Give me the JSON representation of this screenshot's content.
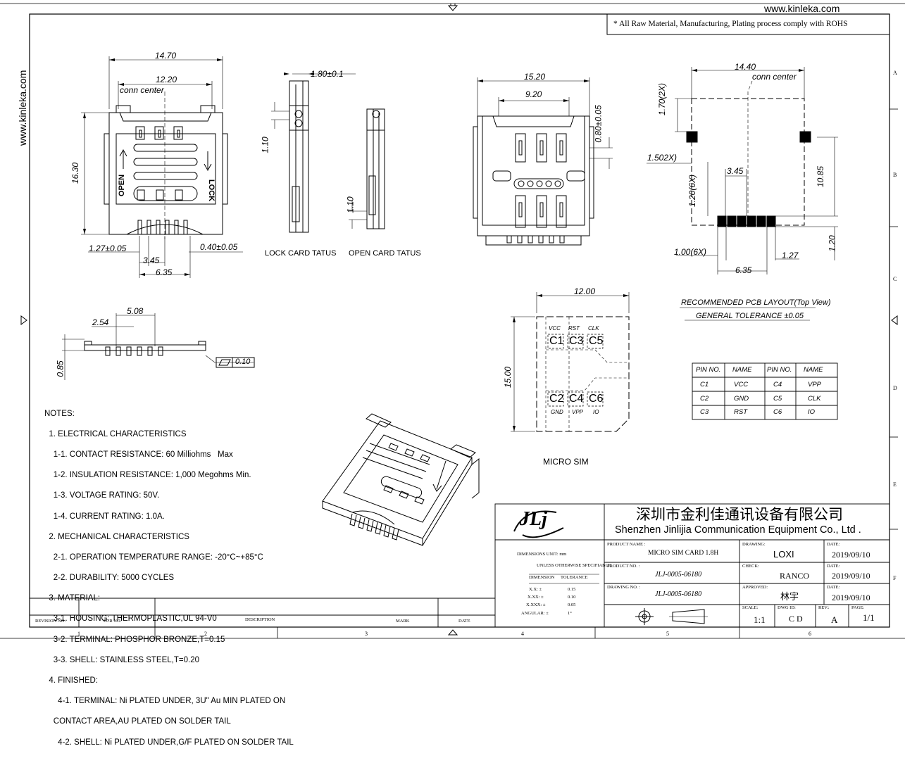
{
  "header": {
    "website": "www.kinleka.com",
    "side_website": "www.kinleka.com",
    "compliance": "* All Raw Material, Manufacturing, Plating process comply with ROHS"
  },
  "zones": {
    "columns": [
      "1",
      "2",
      "3",
      "4",
      "5",
      "6"
    ],
    "rows": [
      "A",
      "B",
      "C",
      "D",
      "E",
      "F"
    ]
  },
  "view_front": {
    "dim_width": "14.70",
    "dim_center": "12.20",
    "conn_center": "conn center",
    "dim_height": "16.30",
    "open": "OPEN",
    "lock": "LOCK",
    "dim_pitch": "1.27±0.05",
    "dim_pad": "0.40±0.05",
    "dim_345": "3.45",
    "dim_635": "6.35"
  },
  "view_side_lock": {
    "dim_thick": "1.80±0.1",
    "dim_110": "1.10",
    "caption": "LOCK CARD TATUS"
  },
  "view_side_open": {
    "dim_110": "1.10",
    "caption": "OPEN CARD TATUS"
  },
  "view_bottom": {
    "dim_width": "15.20",
    "dim_inner": "9.20",
    "dim_080": "0.80±0.05"
  },
  "pcb_layout": {
    "dim_1440": "14.40",
    "conn_center": "conn center",
    "dim_170": "1.70(2X)",
    "dim_150": "1.502X)",
    "dim_345": "3.45",
    "dim_120_6x": "1.20(6X)",
    "dim_1085": "10.85",
    "dim_120": "1.20",
    "dim_100": "1.00(6X)",
    "dim_127": "1.27",
    "dim_635": "6.35",
    "title": "RECOMMENDED PCB LAYOUT(Top View)",
    "tolerance": "GENERAL TOLERANCE ±0.05"
  },
  "profile_view": {
    "dim_508": "5.08",
    "dim_254": "2.54",
    "dim_085": "0.85",
    "flatness": "0.10"
  },
  "micro_sim": {
    "dim_width": "12.00",
    "dim_height": "15.00",
    "caption": "MICRO SIM",
    "top_pins": [
      {
        "label": "VCC",
        "contact": "C1"
      },
      {
        "label": "RST",
        "contact": "C3"
      },
      {
        "label": "CLK",
        "contact": "C5"
      }
    ],
    "bottom_pins": [
      {
        "label": "GND",
        "contact": "C2"
      },
      {
        "label": "VPP",
        "contact": "C4"
      },
      {
        "label": "IO",
        "contact": "C6"
      }
    ]
  },
  "pin_table": {
    "headers": [
      "PIN NO.",
      "NAME",
      "PIN NO.",
      "NAME"
    ],
    "rows": [
      [
        "C1",
        "VCC",
        "C4",
        "VPP"
      ],
      [
        "C2",
        "GND",
        "C5",
        "CLK"
      ],
      [
        "C3",
        "RST",
        "C6",
        "IO"
      ]
    ]
  },
  "notes": [
    "NOTES:",
    "  1. ELECTRICAL CHARACTERISTICS",
    "    1-1. CONTACT RESISTANCE: 60 Milliohms   Max",
    "    1-2. INSULATION RESISTANCE: 1,000 Megohms Min.",
    "    1-3. VOLTAGE RATING: 50V.",
    "    1-4. CURRENT RATING: 1.0A.",
    "  2. MECHANICAL CHARACTERISTICS",
    "    2-1. OPERATION TEMPERATURE RANGE: -20°C~+85°C",
    "    2-2. DURABILITY: 5000 CYCLES",
    "  3. MATERIAL:",
    "    3-1. HOUSING: THERMOPLASTIC,UL 94-V0",
    "    3-2. TERMINAL: PHOSPHOR BRONZE,T=0.15",
    "    3-3. SHELL: STAINLESS STEEL,T=0.20",
    "  4. FINISHED:",
    "      4-1. TERMINAL: Ni PLATED UNDER, 3U\" Au MIN PLATED ON",
    "    CONTACT AREA,AU PLATED ON SOLDER TAIL",
    "      4-2. SHELL: Ni PLATED UNDER,G/F PLATED ON SOLDER TAIL"
  ],
  "title_block": {
    "logo": "JLj",
    "company_cn": "深圳市金利佳通讯设备有限公司",
    "company_en": "Shenzhen Jinlijia Communication Equipment Co., Ltd .",
    "dim_unit": "DIMENSIONS UNIT:  mm",
    "unless": "UNLESS OTHERWISE SPECIFIABLE",
    "dimension": "DIMENSION",
    "tolerance": "TOLERANCE",
    "tol_rows": [
      [
        "X.X: ±",
        "0.15"
      ],
      [
        "X.XX: ±",
        "0.10"
      ],
      [
        "X.XXX: ±",
        "0.05"
      ],
      [
        "ANGULAR: ±",
        "1°"
      ]
    ],
    "product_name_label": "PRODUCT NAME :",
    "product_name": "MICRO SIM CARD 1.8H",
    "product_no_label": "PRODUCT NO. :",
    "product_no": "JLJ-0005-06180",
    "drawing_no_label": "DRAWING NO. :",
    "drawing_no": "JLJ-0005-06180",
    "drawing_label": "DRAWING:",
    "drawing_by": "LOXI",
    "check_label": "CHECK:",
    "check_by": "RANCO",
    "approved_label": "APPROVED:",
    "approved_by": "林宇",
    "date_label": "DATE:",
    "date1": "2019/09/10",
    "date2": "2019/09/10",
    "date3": "2019/09/10",
    "scale_label": "SCALE:",
    "scale": "1:1",
    "dwg_id_label": "DWG ID:",
    "dwg_id": "C D",
    "rev_label": "REV.:",
    "rev": "A",
    "page_label": "PAGE:",
    "page": "1/1"
  },
  "revision_block": {
    "headers": [
      "REVISION NO.",
      "ECR NO.",
      "DESCRIPTION",
      "MARK",
      "DATE"
    ]
  }
}
